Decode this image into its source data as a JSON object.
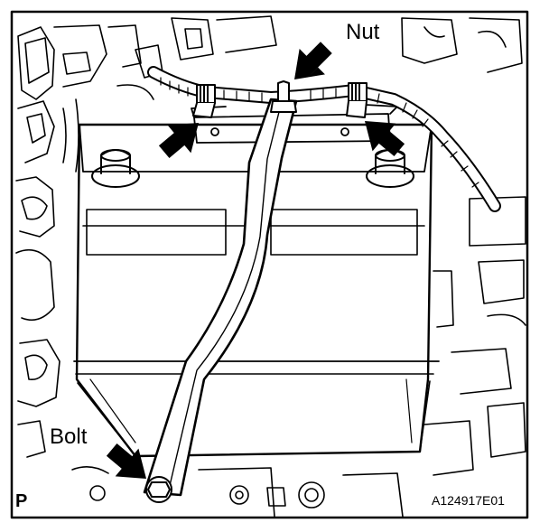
{
  "labels": {
    "nut": "Nut",
    "bolt": "Bolt",
    "view_mark": "P",
    "figure_code": "A124917E01"
  },
  "colors": {
    "line": "#000000",
    "background": "#ffffff"
  }
}
